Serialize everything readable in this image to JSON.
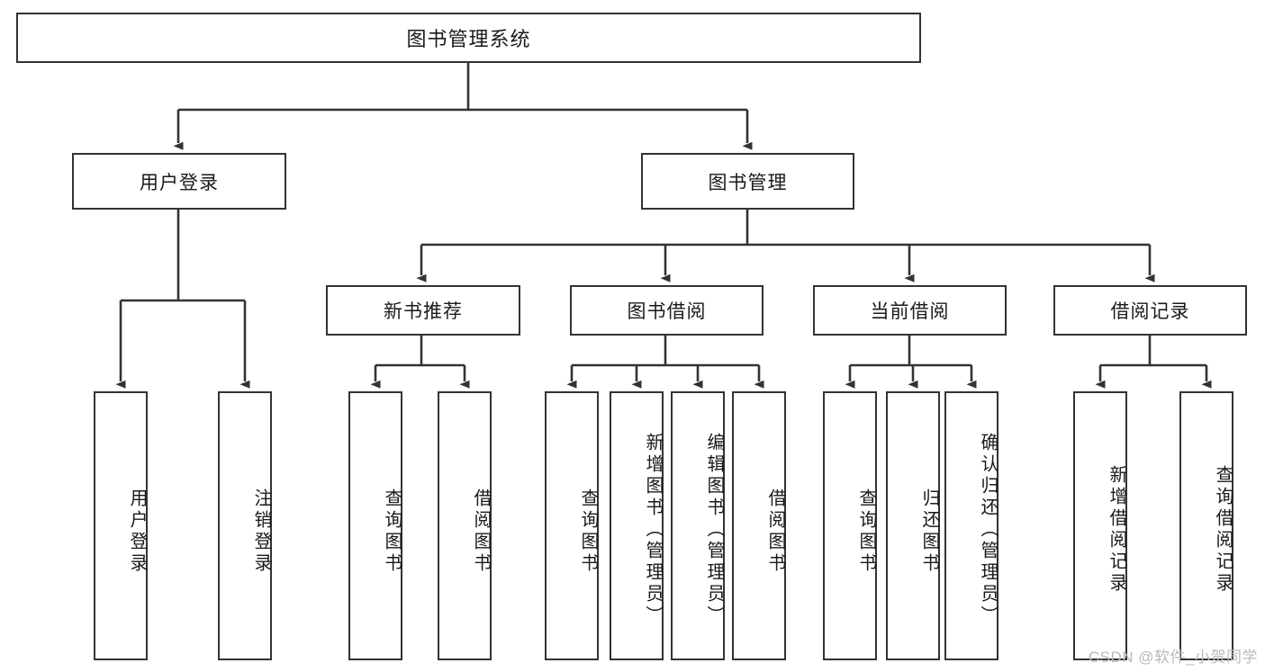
{
  "diagram": {
    "title": "图书管理系统",
    "type": "functional-structure-tree",
    "watermark": "CSDN @软件_小贺同学",
    "colors": {
      "box_border": "#333333",
      "box_fill": "#ffffff",
      "connector": "#333333",
      "text": "#1a1a1a",
      "watermark": "#b9b9b9"
    },
    "root": {
      "label": "图书管理系统"
    },
    "level2": [
      {
        "label": "用户登录"
      },
      {
        "label": "图书管理"
      }
    ],
    "level3": [
      {
        "label": "新书推荐"
      },
      {
        "label": "图书借阅"
      },
      {
        "label": "当前借阅"
      },
      {
        "label": "借阅记录"
      }
    ],
    "leaves": {
      "user_login": [
        {
          "label": "用户登录"
        },
        {
          "label": "注销登录"
        }
      ],
      "new_book_recommend": [
        {
          "label": "查询图书"
        },
        {
          "label": "借阅图书"
        }
      ],
      "book_borrow": [
        {
          "label": "查询图书"
        },
        {
          "label": "新增图书（管理员）"
        },
        {
          "label": "编辑图书（管理员）"
        },
        {
          "label": "借阅图书"
        }
      ],
      "current_borrow": [
        {
          "label": "查询图书"
        },
        {
          "label": "归还图书"
        },
        {
          "label": "确认归还（管理员）"
        }
      ],
      "borrow_record": [
        {
          "label": "新增借阅记录"
        },
        {
          "label": "查询借阅记录"
        }
      ]
    }
  }
}
